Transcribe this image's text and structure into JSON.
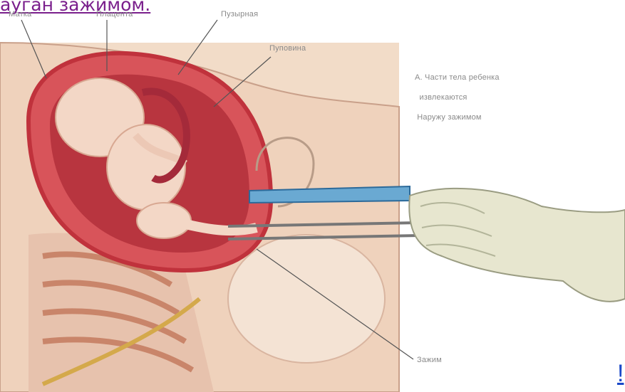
{
  "top_link_text": "ауган зажимом.",
  "labels": {
    "label_top_1": "Матка",
    "label_top_2": "Плацента",
    "label_top_3": "Пузырная",
    "label_right": "Пуповина",
    "label_bottom": "Зажим"
  },
  "caption": "А. Части тела ребенка\n  извлекаются\n Наружу зажимом",
  "corner_link_text": "!"
}
